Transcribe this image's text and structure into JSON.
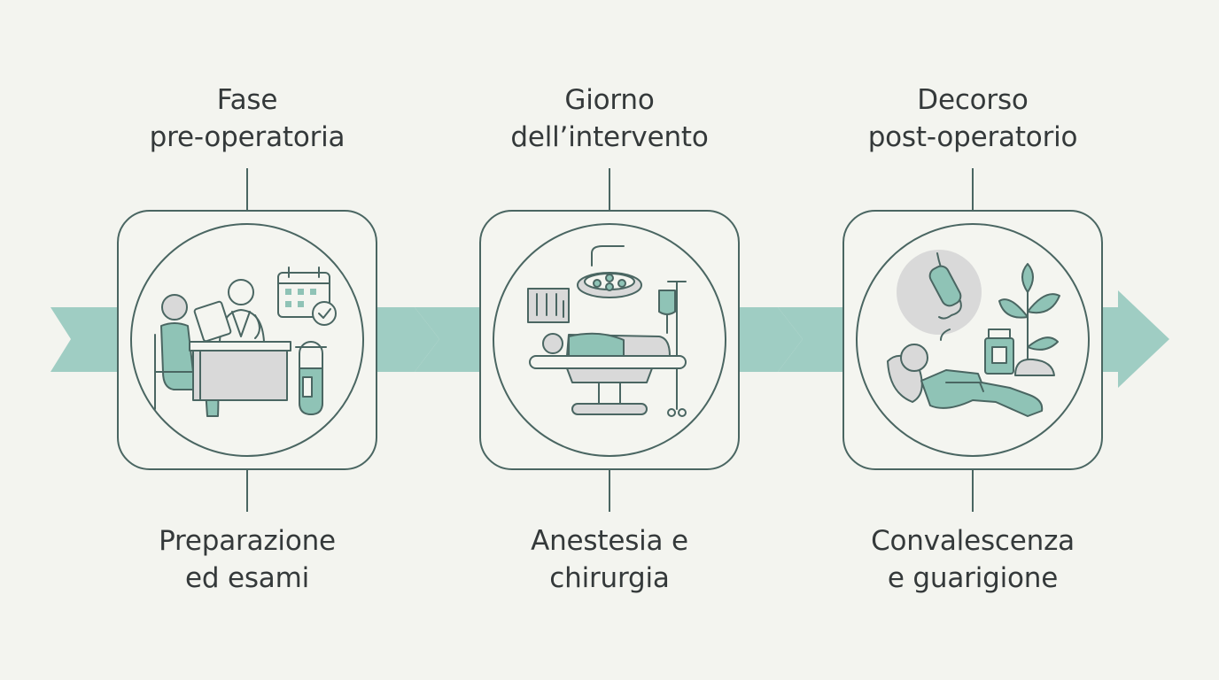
{
  "stages": [
    {
      "title_lines": [
        "Fase",
        "pre-operatoria"
      ],
      "caption_lines": [
        "Preparazione",
        "ed esami"
      ],
      "icon": "doctor-consultation-icon"
    },
    {
      "title_lines": [
        "Giorno",
        "dell’intervento"
      ],
      "caption_lines": [
        "Anestesia e",
        "chirurgia"
      ],
      "icon": "operating-room-icon"
    },
    {
      "title_lines": [
        "Decorso",
        "post-operatorio"
      ],
      "caption_lines": [
        "Convalescenza",
        "e guarigione"
      ],
      "icon": "recovery-icon"
    }
  ],
  "colors": {
    "background": "#f3f4ef",
    "ribbon": "#9fcdc3",
    "outline": "#4a6662",
    "icon_fill": "#8fc3b6",
    "icon_grey": "#d9d9d9",
    "text": "#34393a"
  }
}
